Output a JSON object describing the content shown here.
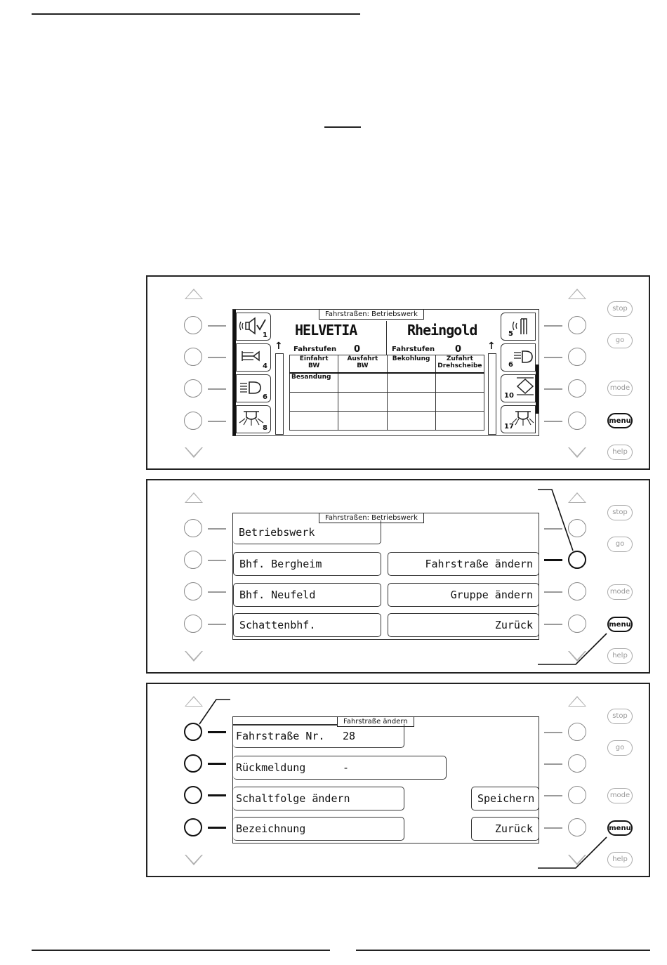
{
  "panel1": {
    "title": "Fahrstraßen: Betriebswerk",
    "loco_left": {
      "name": "HELVETIA",
      "speed_label": "Fahrstufen",
      "speed_value": "0"
    },
    "loco_right": {
      "name": "Rheingold",
      "speed_label": "Fahrstufen",
      "speed_value": "0"
    },
    "left_functions": [
      {
        "icon": "horn-check-icon",
        "number": "1"
      },
      {
        "icon": "horn-icon",
        "number": "4"
      },
      {
        "icon": "headlight-icon",
        "number": "6"
      },
      {
        "icon": "beacon-icon",
        "number": "8"
      }
    ],
    "right_functions": [
      {
        "icon": "bell-icon",
        "number": "5"
      },
      {
        "icon": "headlight-icon",
        "number": "6"
      },
      {
        "icon": "coupling-icon",
        "number": "10"
      },
      {
        "icon": "beacon-icon",
        "number": "17"
      }
    ],
    "table": {
      "headers": [
        [
          "Einfahrt",
          "BW"
        ],
        [
          "Ausfahrt",
          "BW"
        ],
        [
          "Bekohlung",
          ""
        ],
        [
          "Zufahrt",
          "Drehscheibe"
        ]
      ],
      "rows": [
        [
          "Besandung",
          "",
          "",
          ""
        ],
        [
          "",
          "",
          "",
          ""
        ],
        [
          "",
          "",
          "",
          ""
        ]
      ]
    }
  },
  "panel2": {
    "title": "Fahrstraßen: Betriebswerk",
    "left_buttons": [
      "Betriebswerk",
      "Bhf. Bergheim",
      "Bhf. Neufeld",
      "Schattenbhf."
    ],
    "right_buttons": [
      "",
      "Fahrstraße ändern",
      "Gruppe ändern",
      "Zurück"
    ]
  },
  "panel3": {
    "title": "Fahrstraße ändern",
    "fields": [
      {
        "label": "Fahrstraße Nr.",
        "value": "28"
      },
      {
        "label": "Rückmeldung",
        "value": "-"
      },
      {
        "label": "Schaltfolge ändern",
        "value": ""
      },
      {
        "label": "Bezeichnung",
        "value": ""
      }
    ],
    "right_buttons": [
      "Speichern",
      "Zurück"
    ]
  },
  "side_buttons": [
    "stop",
    "go",
    "mode",
    "menu",
    "help"
  ]
}
